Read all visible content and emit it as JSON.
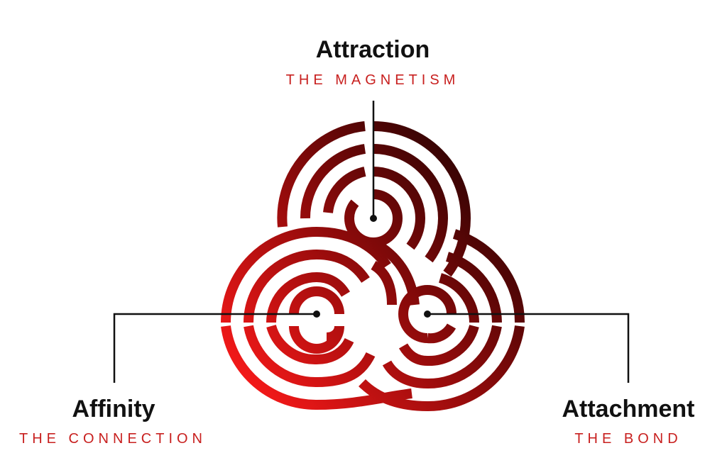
{
  "colors": {
    "accent": "#c8201f",
    "dark": "#111111",
    "gradient_light": "#e81414",
    "gradient_dark": "#1a0000"
  },
  "nodes": {
    "attraction": {
      "title": "Attraction",
      "subtitle": "THE MAGNETISM"
    },
    "affinity": {
      "title": "Affinity",
      "subtitle": "THE CONNECTION"
    },
    "attachment": {
      "title": "Attachment",
      "subtitle": "THE BOND"
    }
  }
}
